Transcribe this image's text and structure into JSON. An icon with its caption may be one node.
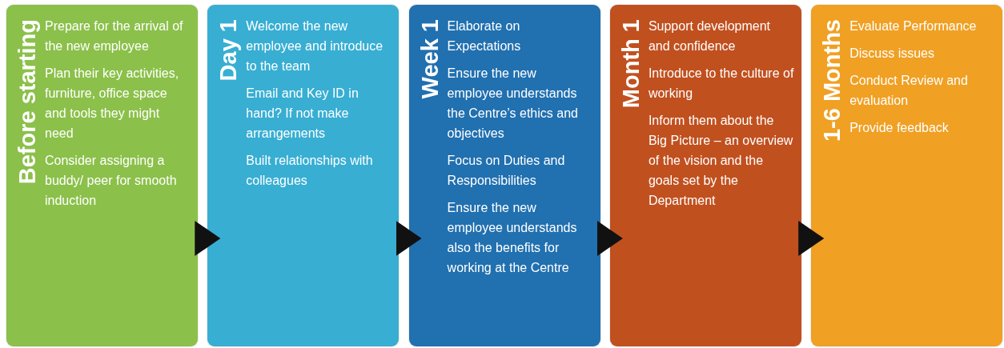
{
  "diagram": {
    "nodes": [
      {
        "text": [
          "Before starting",
          "Prepare for the arrival of the new employee",
          "Plan their key activities, furniture, office space and tools they might need",
          "Consider assigning a buddy/ peer for smooth induction"
        ]
      },
      {
        "text": [
          "Day 1",
          "Welcome the new employee and introduce to the team",
          "Email and Key ID in hand? If not make arrangements",
          "Built relationships with colleagues"
        ]
      },
      {
        "text": [
          "Week 1",
          "Elaborate on Expectations",
          "Ensure the new employee understands the Centre’s ethics and objectives",
          "Focus on Duties and Responsibilities",
          "Ensure the new employee understands also the benefits for working at the Centre"
        ]
      },
      {
        "text": [
          "Month 1",
          "Support development and confidence",
          "Introduce to the culture of working",
          "Inform them about the Big Picture – an overview of the vision and the goals set by the Department"
        ]
      },
      {
        "text": [
          "1-6 Months",
          "Evaluate Performance",
          "Discuss issues",
          "Conduct Review and evaluation",
          "Provide feedback"
        ]
      }
    ],
    "edges": [
      {
        "from": 0,
        "to": 1,
        "arrow": "to"
      },
      {
        "from": 1,
        "to": 2,
        "arrow": "to"
      },
      {
        "from": 2,
        "to": 3,
        "arrow": "to"
      },
      {
        "from": 3,
        "to": 4,
        "arrow": "to"
      }
    ]
  }
}
